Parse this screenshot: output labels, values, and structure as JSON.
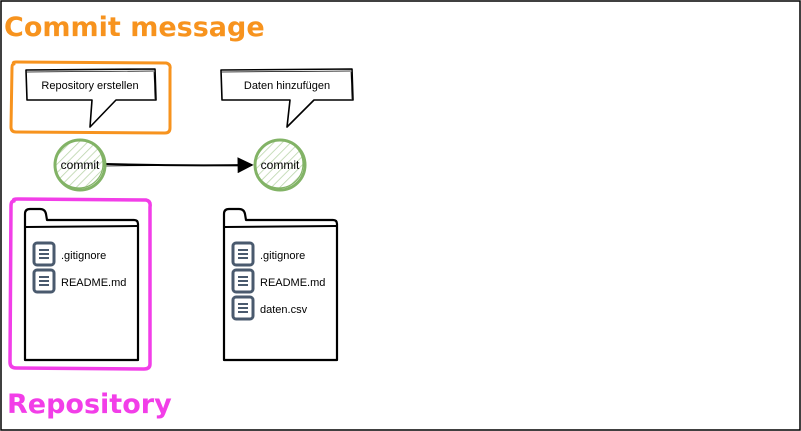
{
  "headings": {
    "commit_message": "Commit message",
    "repository": "Repository"
  },
  "commits": [
    {
      "label": "commit",
      "message": "Repository erstellen",
      "files": [
        ".gitignore",
        "README.md"
      ]
    },
    {
      "label": "commit",
      "message": "Daten hinzufügen",
      "files": [
        ".gitignore",
        "README.md",
        "daten.csv"
      ]
    }
  ],
  "colors": {
    "orange": "#f7931e",
    "magenta": "#f23ee8",
    "green": "#82b366",
    "ink": "#000000",
    "file_icon": "#4a5a6e"
  },
  "icons": {
    "file": "document-lines-icon",
    "folder": "folder-icon",
    "arrow": "arrow-right-icon"
  }
}
